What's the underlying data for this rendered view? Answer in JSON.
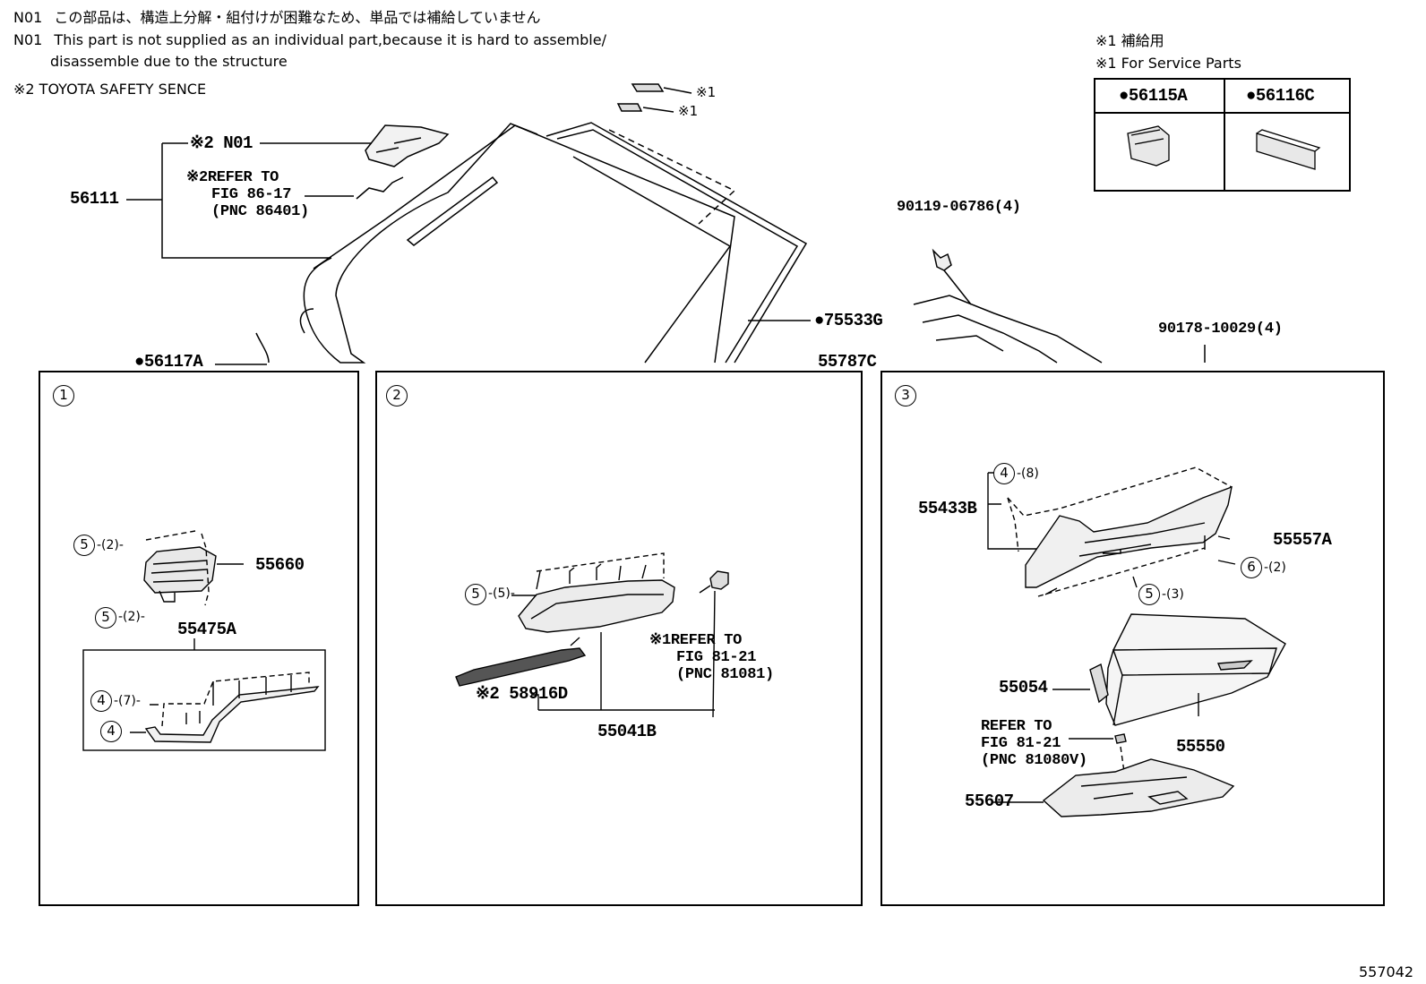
{
  "notes": {
    "n01_code_ja": "N01",
    "n01_text_ja": "この部品は、構造上分解・組付けが困難なため、単品では補給していません",
    "n01_code_en": "N01",
    "n01_text_en_1": "This part is not supplied as an individual part,because it is hard to assemble/",
    "n01_text_en_2": "disassemble due to the structure",
    "n2_text": "※2 TOYOTA SAFETY SENCE",
    "n1_text_ja": "※1 補給用",
    "n1_text_en": "※1 For Service Parts"
  },
  "service_parts_table": {
    "col1": "●56115A",
    "col2": "●56116C"
  },
  "main_diagram": {
    "ref_mark_1": "※1",
    "ref_mark_2": "※1",
    "n01_label": "※2 N01",
    "part_56111": "56111",
    "refer_56111_line1": "※2REFER TO",
    "refer_56111_line2": "FIG 86-17",
    "refer_56111_line3": "(PNC 86401)",
    "part_75533G": "●75533G",
    "bolt_1": "90119-06786(4)",
    "bolt_2": "90178-10029(4)",
    "part_56117A": "●56117A",
    "part_55787C": "55787C"
  },
  "panel1": {
    "index": "1",
    "c5a": "5",
    "q5a": "-(2)-",
    "part_55660": "55660",
    "c5b": "5",
    "q5b": "-(2)-",
    "part_55475A": "55475A",
    "c4a": "4",
    "q4a": "-(7)-",
    "c4b": "4"
  },
  "panel2": {
    "index": "2",
    "c5": "5",
    "q5": "-(5)-",
    "refer_line1": "※1REFER TO",
    "refer_line2": "FIG 81-21",
    "refer_line3": "(PNC 81081)",
    "part_58916D": "※2 58916D",
    "part_55041B": "55041B"
  },
  "panel3": {
    "index": "3",
    "c4": "4",
    "q4": "-(8)",
    "part_55433B": "55433B",
    "part_55557A": "55557A",
    "c6": "6",
    "q6": "-(2)",
    "c5": "5",
    "q5": "-(3)",
    "part_55054": "55054",
    "refer_line1": "REFER TO",
    "refer_line2": "FIG 81-21",
    "refer_line3": "(PNC 81080V)",
    "part_55550": "55550",
    "part_55607": "55607"
  },
  "figure_id": "557042"
}
